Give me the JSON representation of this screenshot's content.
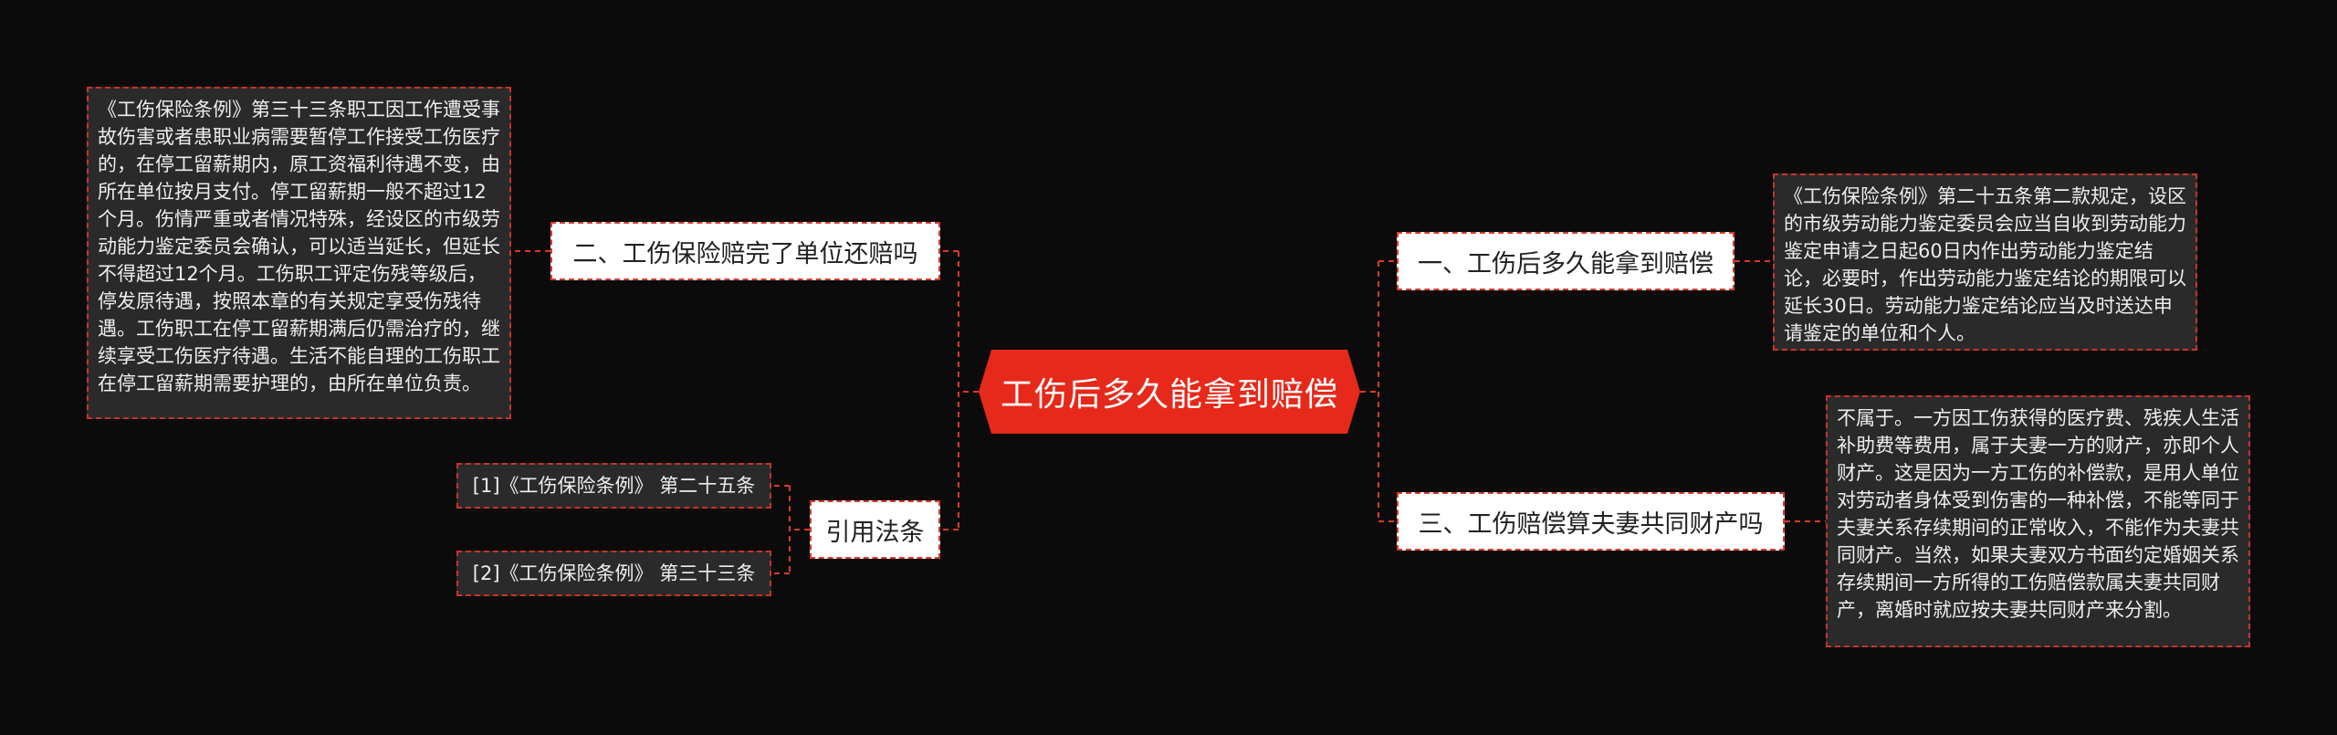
{
  "center": {
    "title": "工伤后多久能拿到赔偿"
  },
  "branches": {
    "b1": {
      "label": "一、工伤后多久能拿到赔偿"
    },
    "b2": {
      "label": "二、工伤保险赔完了单位还赔吗"
    },
    "b3": {
      "label": "三、工伤赔偿算夫妻共同财产吗"
    },
    "b4": {
      "label": "引用法条"
    }
  },
  "leaves": {
    "l1": {
      "text": "《工伤保险条例》第二十五条第二款规定，设区的市级劳动能力鉴定委员会应当自收到劳动能力鉴定申请之日起60日内作出劳动能力鉴定结论，必要时，作出劳动能力鉴定结论的期限可以延长30日。劳动能力鉴定结论应当及时送达申请鉴定的单位和个人。"
    },
    "l2": {
      "text": "《工伤保险条例》第三十三条职工因工作遭受事故伤害或者患职业病需要暂停工作接受工伤医疗的，在停工留薪期内，原工资福利待遇不变，由所在单位按月支付。停工留薪期一般不超过12个月。伤情严重或者情况特殊，经设区的市级劳动能力鉴定委员会确认，可以适当延长，但延长不得超过12个月。工伤职工评定伤残等级后，停发原待遇，按照本章的有关规定享受伤残待遇。工伤职工在停工留薪期满后仍需治疗的，继续享受工伤医疗待遇。生活不能自理的工伤职工在停工留薪期需要护理的，由所在单位负责。"
    },
    "l3": {
      "text": "不属于。一方因工伤获得的医疗费、残疾人生活补助费等费用，属于夫妻一方的财产，亦即个人财产。这是因为一方工伤的补偿款，是用人单位对劳动者身体受到伤害的一种补偿，不能等同于夫妻关系存续期间的正常收入，不能作为夫妻共同财产。当然，如果夫妻双方书面约定婚姻关系存续期间一方所得的工伤赔偿款属夫妻共同财产，离婚时就应按夫妻共同财产来分割。"
    },
    "l4": {
      "text": "[1]《工伤保险条例》 第二十五条"
    },
    "l5": {
      "text": "[2]《工伤保险条例》 第三十三条"
    }
  },
  "colors": {
    "center_fill": "#e6291a",
    "connector": "#d83a2c",
    "background": "#0b0b0b",
    "leaf_fill": "#2a2a2a"
  }
}
